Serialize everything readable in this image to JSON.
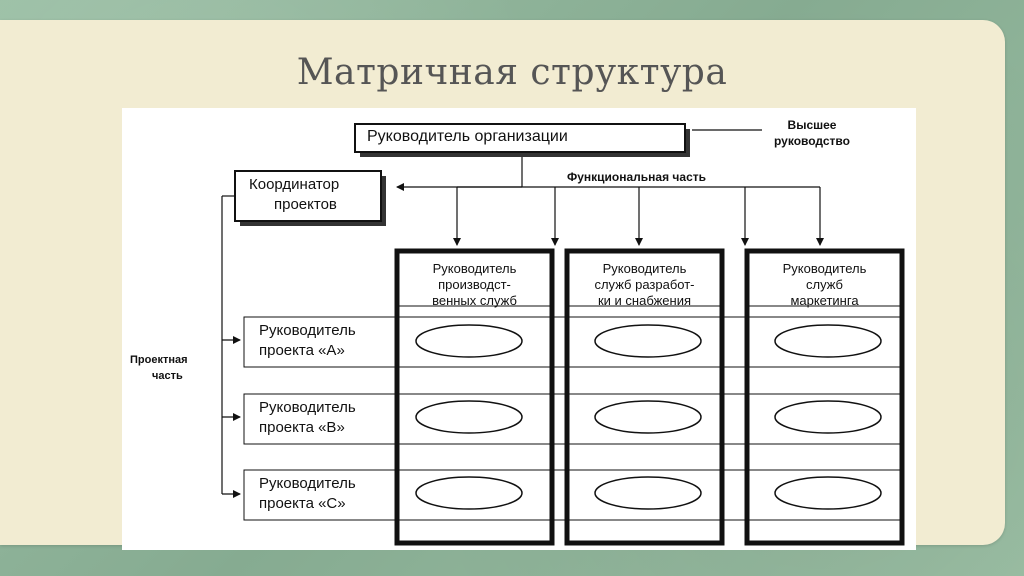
{
  "slide": {
    "title": "Матричная структура"
  },
  "diagram": {
    "head_label": "Руководитель организации",
    "top_management_line1": "Высшее",
    "top_management_line2": "руководство",
    "coordinator_line1": "Координатор",
    "coordinator_line2": "проектов",
    "functional_part": "Функциональная часть",
    "project_part_line1": "Проектная",
    "project_part_line2": "часть",
    "functional_heads": [
      {
        "line1": "Руководитель",
        "line2": "производст-",
        "line3": "венных служб"
      },
      {
        "line1": "Руководитель",
        "line2": "служб разработ-",
        "line3": "ки и снабжения"
      },
      {
        "line1": "Руководитель",
        "line2": "служб",
        "line3": "маркетинга"
      }
    ],
    "project_managers": [
      {
        "line1": "Руководитель",
        "line2": "проекта «А»"
      },
      {
        "line1": "Руководитель",
        "line2": "проекта «В»"
      },
      {
        "line1": "Руководитель",
        "line2": "проекта «С»"
      }
    ]
  }
}
